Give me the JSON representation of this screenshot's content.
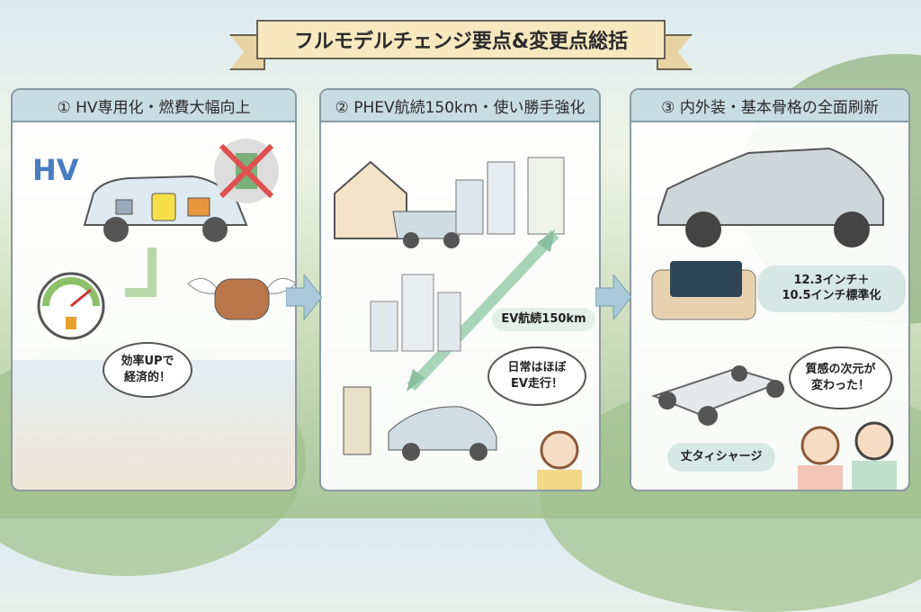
{
  "title": "フルモデルチェンジ要点&変更点総括",
  "panels": [
    {
      "header": "① HV専用化・燃費大幅向上",
      "hv_logo": "HV",
      "bubble": "効率UPで\n経済的！",
      "icons": [
        "hybrid-car-icon",
        "no-gas-pump-icon",
        "fuel-gauge-icon",
        "winged-wallet-icon",
        "family-in-car-icon"
      ]
    },
    {
      "header": "② PHEV航続150km・使い勝手強化",
      "range_label": "EV航続150km",
      "bubble": "日常はほぼ\nEV走行！",
      "icons": [
        "house-charging-icon",
        "city-buildings-icon",
        "charging-station-icon",
        "double-arrow-icon"
      ]
    },
    {
      "header": "③ 内外装・基本骨格の全面刷新",
      "display_label": "12.3インチ＋\n10.5インチ標準化",
      "chassis_label": "丈タィシャージ",
      "bubble": "質感の次元が\n変わった！",
      "icons": [
        "suv-car-icon",
        "dashboard-display-icon",
        "chassis-icon",
        "surprised-couple-icon"
      ]
    }
  ],
  "colors": {
    "header": "#c8dce4",
    "ribbon": "#f7e8c0",
    "pill": "#d5e8e4",
    "arrow": "#a9c9d8"
  }
}
